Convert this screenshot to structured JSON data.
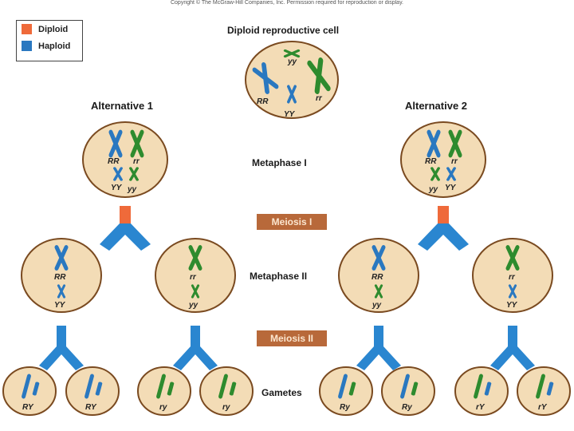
{
  "copyright": "Copyright © The McGraw-Hill Companies, Inc. Permission required for reproduction or display.",
  "legend": {
    "diploid": {
      "label": "Diploid",
      "color": "#ef6a3a"
    },
    "haploid": {
      "label": "Haploid",
      "color": "#2a78c0"
    }
  },
  "title": "Diploid reproductive cell",
  "alternative_1": "Alternative 1",
  "alternative_2": "Alternative 2",
  "stages": {
    "metaphase_1": "Metaphase I",
    "meiosis_1": "Meiosis I",
    "metaphase_2": "Metaphase II",
    "meiosis_2": "Meiosis II",
    "gametes": "Gametes"
  },
  "cell_labels": {
    "top": [
      "yy",
      "RR",
      "rr",
      "YY"
    ],
    "alt1_metaphase1": [
      "RR",
      "rr",
      "YY",
      "yy"
    ],
    "alt2_metaphase1": [
      "RR",
      "rr",
      "yy",
      "YY"
    ],
    "metaphase2": [
      {
        "top": "RR",
        "bottom": "YY"
      },
      {
        "top": "rr",
        "bottom": "yy"
      },
      {
        "top": "RR",
        "bottom": "yy"
      },
      {
        "top": "rr",
        "bottom": "YY"
      }
    ],
    "gametes": [
      "RY",
      "RY",
      "ry",
      "ry",
      "Ry",
      "Ry",
      "rY",
      "rY"
    ]
  },
  "colors": {
    "cell_fill": "#f3dcb6",
    "cell_stroke": "#7a4a20",
    "blue": "#2a78c0",
    "green": "#2e8b2e",
    "diploid_arrow": "#ef6a3a",
    "haploid_arrow": "#2a86d0"
  }
}
